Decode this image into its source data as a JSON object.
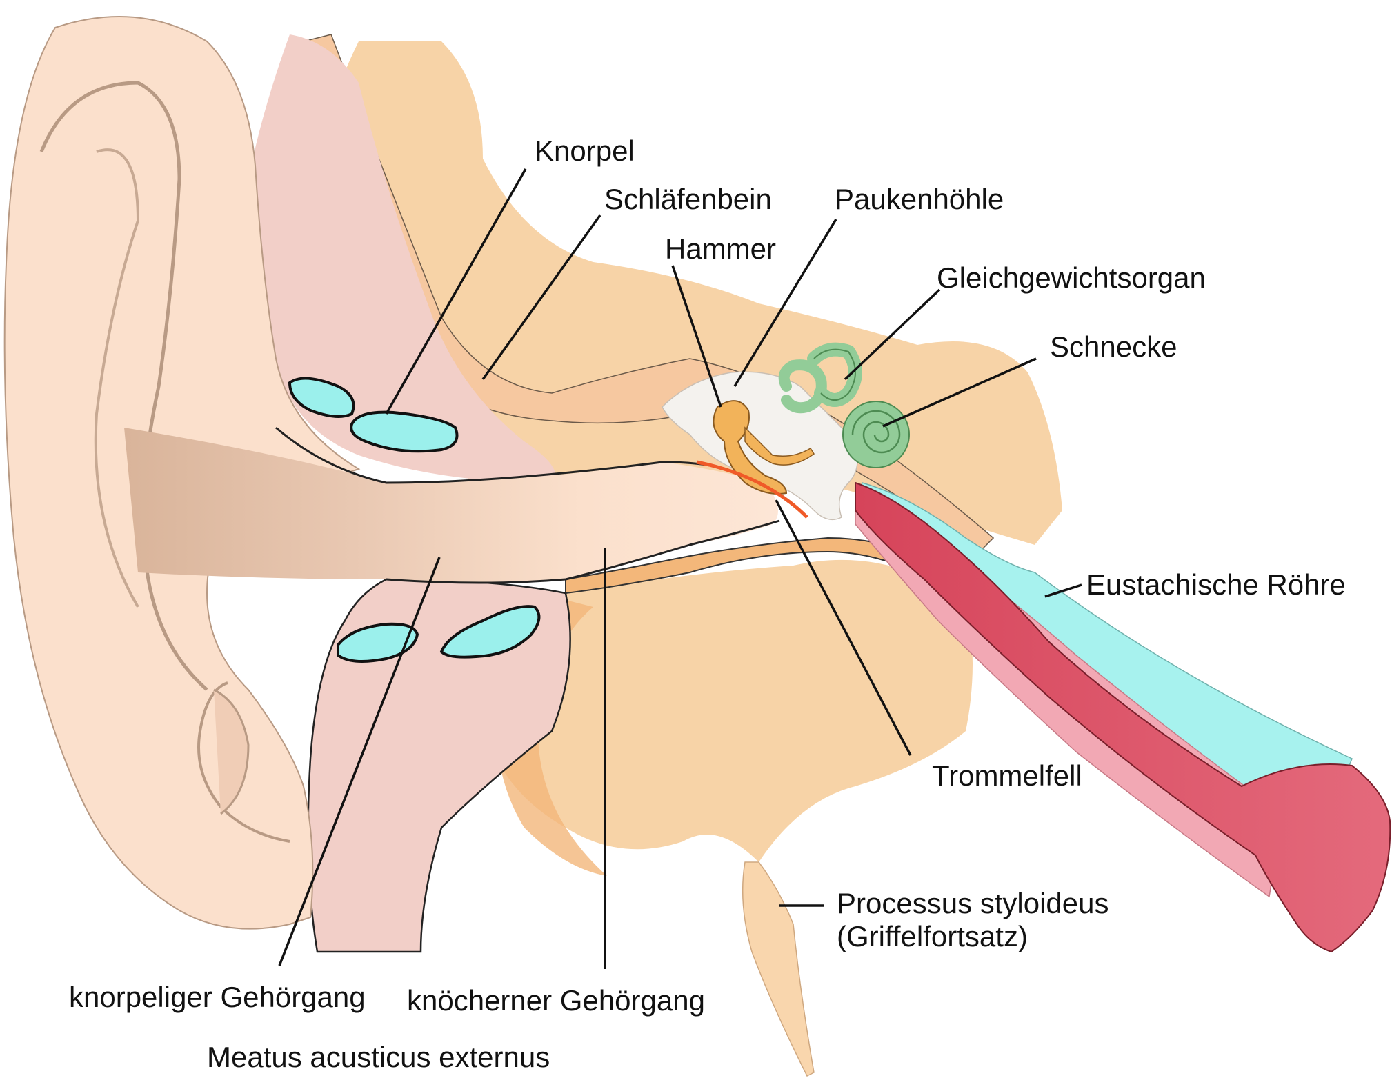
{
  "labels": {
    "knorpel": "Knorpel",
    "schlaefenbein": "Schläfenbein",
    "paukenhoehle": "Paukenhöhle",
    "hammer": "Hammer",
    "gleichgewichtsorgan": "Gleichgewichtsorgan",
    "schnecke": "Schnecke",
    "eustachische_roehre": "Eustachische Röhre",
    "trommelfell": "Trommelfell",
    "processus_line1": "Processus styloideus",
    "processus_line2": "(Griffelfortsatz)",
    "knorpeliger_gehoergang": "knorpeliger Gehörgang",
    "knoecherner_gehoergang": "knöcherner Gehörgang",
    "meatus": "Meatus acusticus externus"
  },
  "colors": {
    "skin": "#fbe0cc",
    "skin_shadow": "#d9b49a",
    "soft_tissue": "#f2cfc8",
    "bone": "#f7d3a7",
    "bone_dark": "#f3b77a",
    "cartilage": "#9bf0ec",
    "tympanic_cavity": "#f4f2ee",
    "ossicle": "#f2b35a",
    "eardrum": "#f05a28",
    "inner_ear": "#92cc98",
    "eustachian_red": "#d6445a",
    "eustachian_pink": "#f2a8b4",
    "eustachian_cyan": "#a7f2ee"
  }
}
